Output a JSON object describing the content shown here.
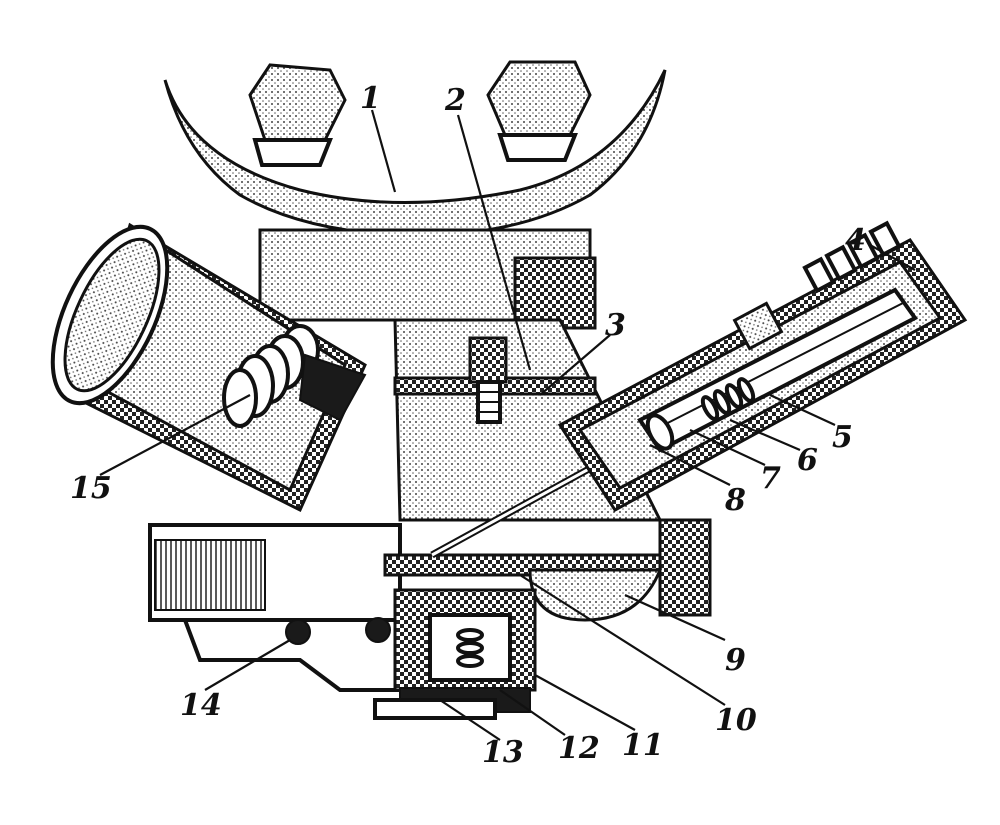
{
  "figure": {
    "callouts": [
      {
        "id": "1",
        "text": "1"
      },
      {
        "id": "2",
        "text": "2"
      },
      {
        "id": "3",
        "text": "3"
      },
      {
        "id": "4",
        "text": "4"
      },
      {
        "id": "5",
        "text": "5"
      },
      {
        "id": "6",
        "text": "6"
      },
      {
        "id": "7",
        "text": "7"
      },
      {
        "id": "8",
        "text": "8"
      },
      {
        "id": "9",
        "text": "9"
      },
      {
        "id": "10",
        "text": "10"
      },
      {
        "id": "11",
        "text": "11"
      },
      {
        "id": "12",
        "text": "12"
      },
      {
        "id": "13",
        "text": "13"
      },
      {
        "id": "14",
        "text": "14"
      },
      {
        "id": "15",
        "text": "15"
      }
    ],
    "colors": {
      "ink": "#111111",
      "paper": "#ffffff"
    }
  }
}
